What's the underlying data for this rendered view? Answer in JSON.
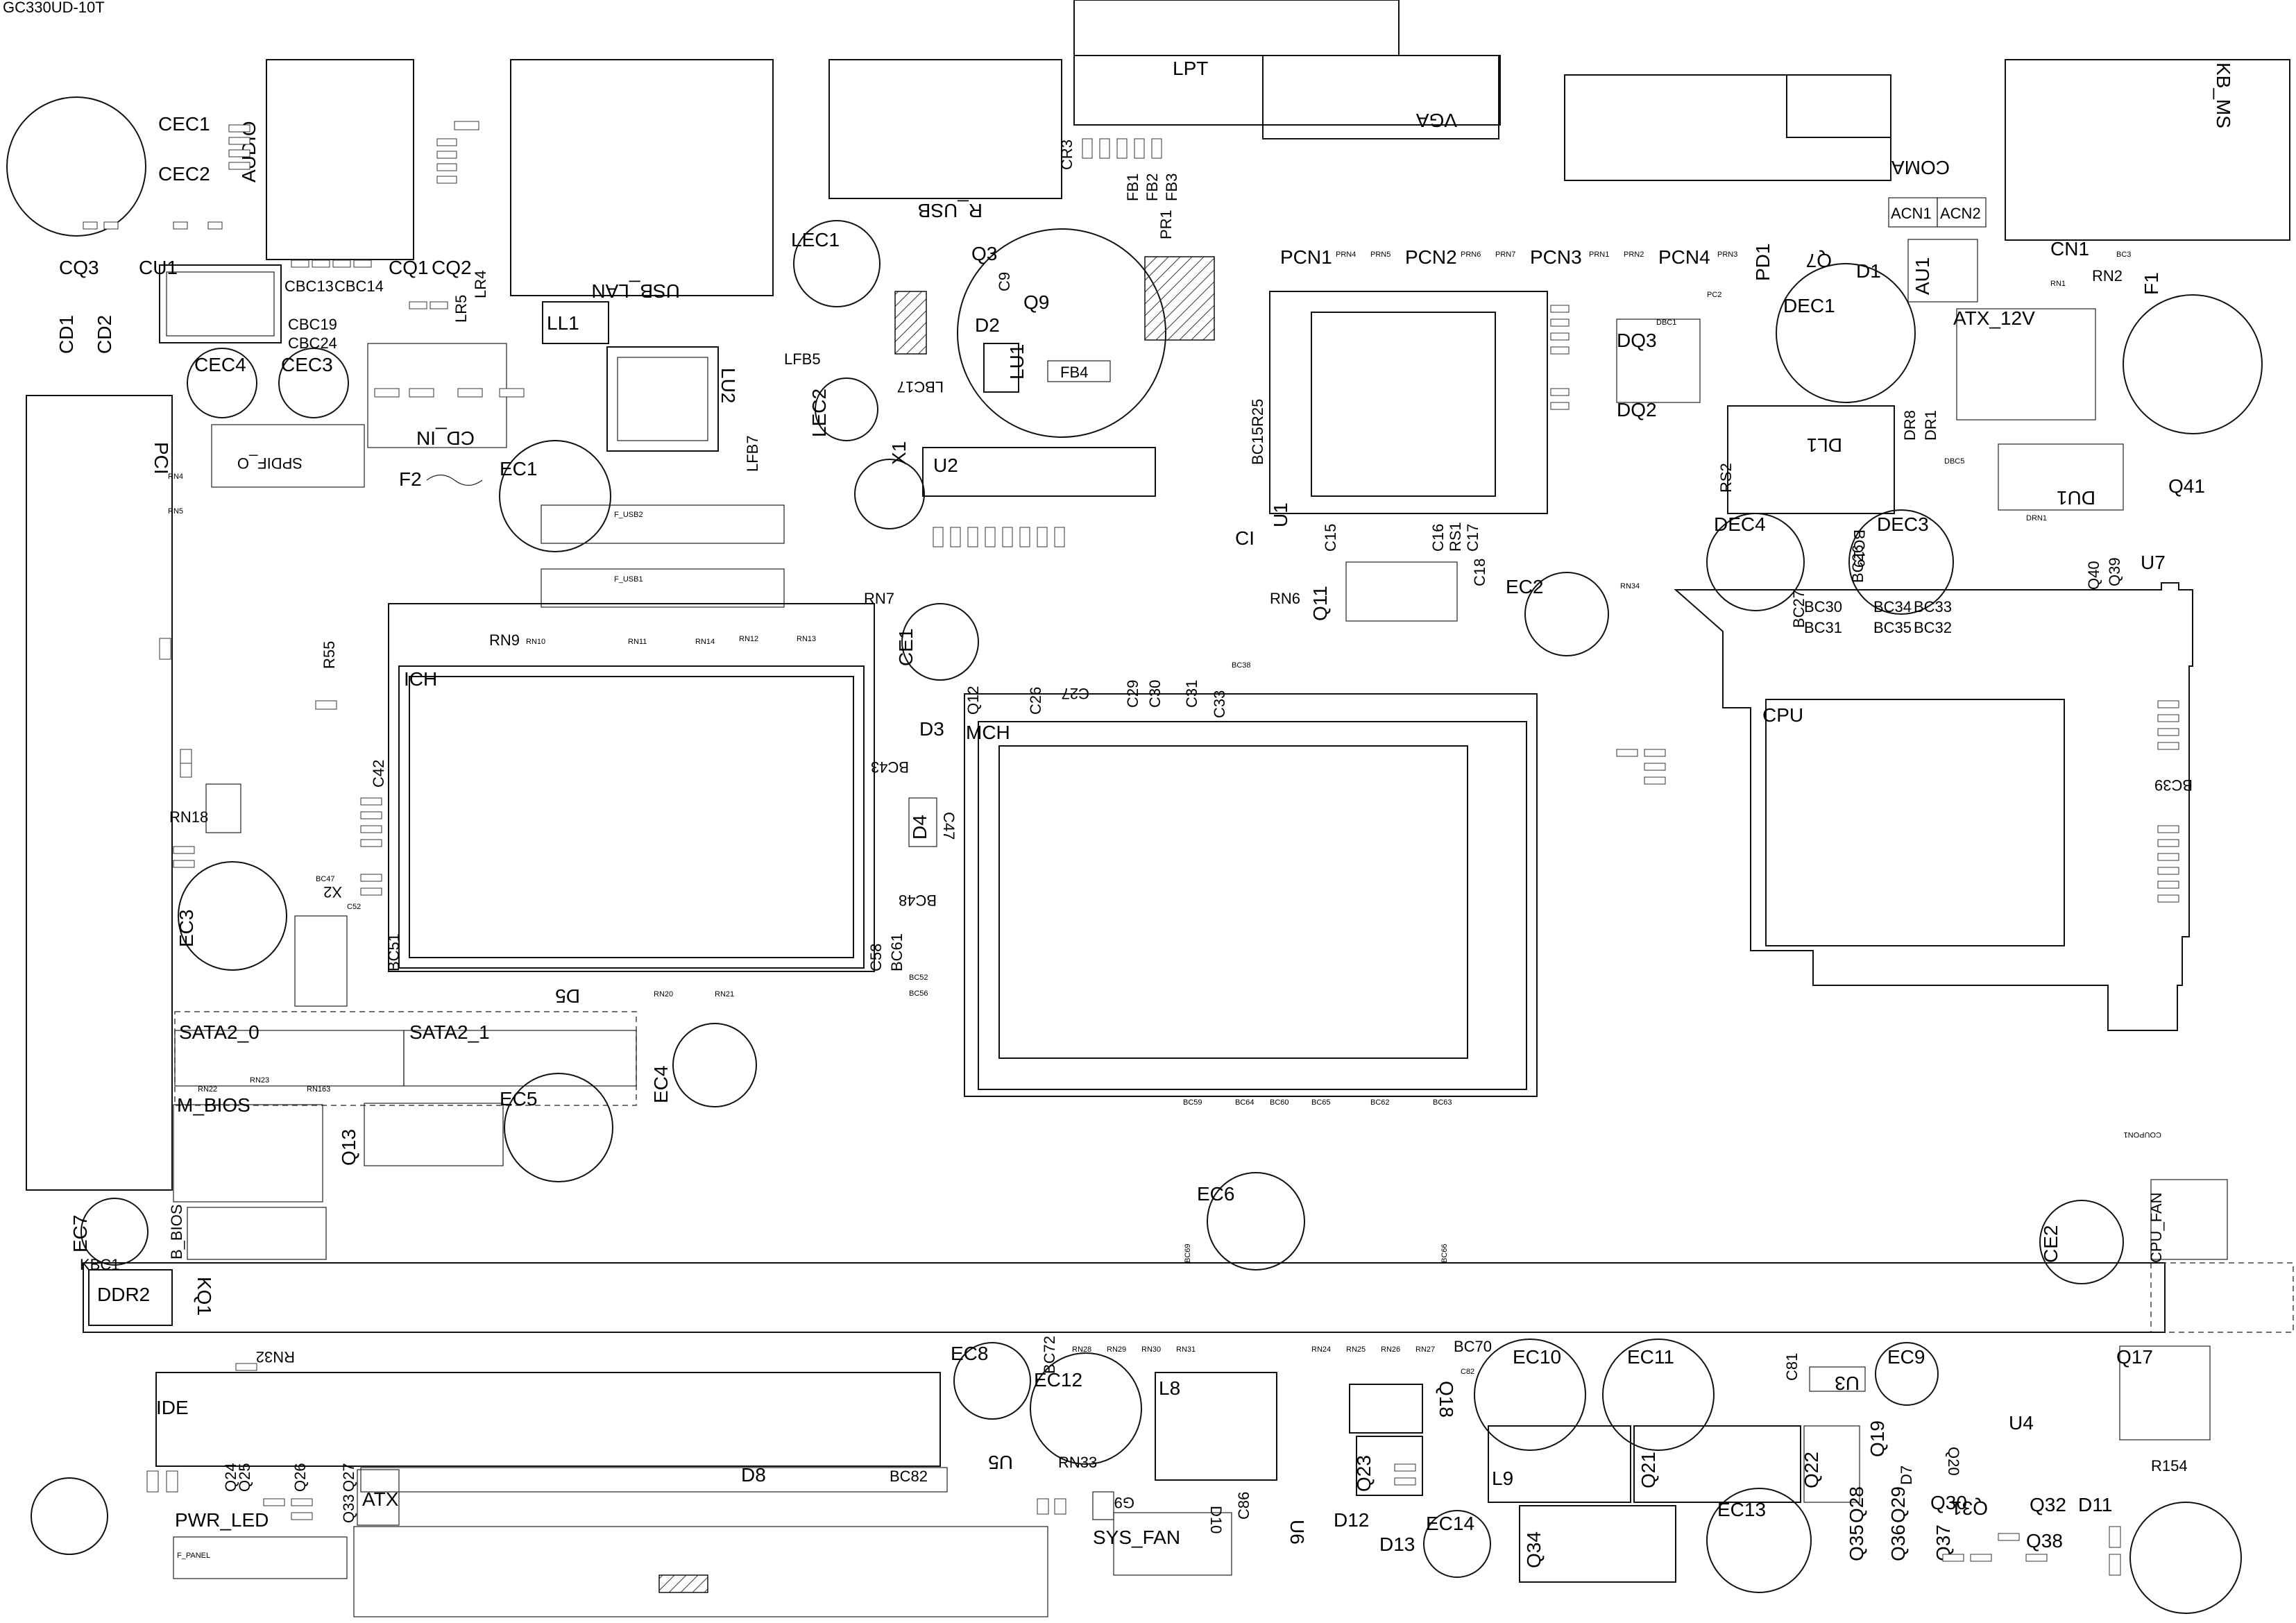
{
  "title": "GC330UD-10T",
  "labels": {
    "LPT": "LPT",
    "VGA": "VGA",
    "COMA": "COMA",
    "KB_MS": "KB_MS",
    "AUDIO": "AUDIO",
    "USB_LAN": "USB_LAN",
    "R_USB": "R_USB",
    "PCI": "PCI",
    "ICH": "ICH",
    "MCH": "MCH",
    "CPU": "CPU",
    "IDE": "IDE",
    "DDR2": "DDR2",
    "ATX_12V": "ATX_12V",
    "ATX": "ATX",
    "SATA2_0": "SATA2_0",
    "SATA2_1": "SATA2_1",
    "M_BIOS": "M_BIOS",
    "B_BIOS": "B_BIOS",
    "PWR_LED": "PWR_LED",
    "SYS_FAN": "SYS_FAN",
    "CPU_FAN": "CPU_FAN",
    "CD_IN": "CD_IN",
    "SPDIF_O": "SPDIF_O",
    "F_USB1": "F_USB1",
    "F_USB2": "F_USB2",
    "F_PANEL": "F_PANEL",
    "CEC1": "CEC1",
    "CEC2": "CEC2",
    "CEC3": "CEC3",
    "CEC4": "CEC4",
    "CQ1": "CQ1",
    "CQ2": "CQ2",
    "CQ3": "CQ3",
    "CU1": "CU1",
    "CD1": "CD1",
    "CD2": "CD2",
    "CBC13": "CBC13",
    "CBC14": "CBC14",
    "CBC19": "CBC19",
    "CBC24": "CBC24",
    "LL1": "LL1",
    "LU2": "LU2",
    "LEC1": "LEC1",
    "LEC2": "LEC2",
    "EC1": "EC1",
    "EC2": "EC2",
    "EC3": "EC3",
    "EC4": "EC4",
    "EC5": "EC5",
    "EC6": "EC6",
    "EC7": "EC7",
    "EC8": "EC8",
    "EC9": "EC9",
    "EC10": "EC10",
    "EC11": "EC11",
    "EC12": "EC12",
    "EC13": "EC13",
    "EC14": "EC14",
    "CE1": "CE1",
    "CE2": "CE2",
    "F1": "F1",
    "F2": "F2",
    "U1": "U1",
    "U2": "U2",
    "U3": "U3",
    "U4": "U4",
    "U5": "U5",
    "U6": "U6",
    "U7": "U7",
    "X1": "X1",
    "X2": "X2",
    "LU1": "LU1",
    "FB4": "FB4",
    "Q3": "Q3",
    "Q9": "Q9",
    "D2": "D2",
    "D3": "D3",
    "D4": "D4",
    "D5": "D5",
    "D8": "D8",
    "D11": "D11",
    "D12": "D12",
    "D13": "D13",
    "D1": "D1",
    "Q7": "Q7",
    "PD1": "PD1",
    "DEC1": "DEC1",
    "DEC3": "DEC3",
    "DEC4": "DEC4",
    "DL1": "DL1",
    "DQ2": "DQ2",
    "DQ3": "DQ3",
    "DU1": "DU1",
    "RS2": "RS2",
    "AU1": "AU1",
    "ACN1": "ACN1",
    "ACN2": "ACN2",
    "CN1": "CN1",
    "RN2": "RN2",
    "Q41": "Q41",
    "PCN1": "PCN1",
    "PCN2": "PCN2",
    "PCN3": "PCN3",
    "PCN4": "PCN4",
    "CI": "CI",
    "Q11": "Q11",
    "Q12": "Q12",
    "Q13": "Q13",
    "Q17": "Q17",
    "Q18": "Q18",
    "Q19": "Q19",
    "Q20": "Q20",
    "Q21": "Q21",
    "Q22": "Q22",
    "Q23": "Q23",
    "Q24": "Q24",
    "Q25": "Q25",
    "Q26": "Q26",
    "Q27": "Q27",
    "Q28": "Q28",
    "Q29": "Q29",
    "Q30": "Q30",
    "Q31": "Q31",
    "Q32": "Q32",
    "Q33": "Q33",
    "Q34": "Q34",
    "Q35": "Q35",
    "Q36": "Q36",
    "Q37": "Q37",
    "Q38": "Q38",
    "L8": "L8",
    "L9": "L9",
    "KQ1": "KQ1",
    "KBC1": "KBC1",
    "RN6": "RN6",
    "RN7": "RN7",
    "RN9": "RN9",
    "RN18": "RN18",
    "RN32": "RN32",
    "RN33": "RN33",
    "R55": "R55",
    "R154": "R154",
    "BC30": "BC30",
    "BC31": "BC31",
    "BC32": "BC32",
    "BC33": "BC33",
    "BC34": "BC34",
    "BC35": "BC35",
    "BC39": "BC39",
    "BC43": "BC43",
    "BC48": "BC48",
    "BC70": "BC70",
    "BC72": "BC72",
    "BC82": "BC82",
    "C9": "C9",
    "C26": "C26",
    "C27": "C27",
    "C29": "C29",
    "C30": "C30",
    "C31": "C31",
    "C33": "C33",
    "C42": "C42",
    "C47": "C47",
    "C58": "C58",
    "C81": "C81",
    "C86": "C86",
    "BC61": "BC61",
    "BC51": "BC51",
    "LFB5": "LFB5",
    "LFB7": "LFB7",
    "LBC17": "LBC17",
    "FB1": "FB1",
    "FB2": "FB2",
    "FB3": "FB3",
    "PR1": "PR1",
    "CR3": "CR3",
    "LR4": "LR4",
    "LR5": "LR5",
    "BC15": "BC15",
    "R25": "R25",
    "C15": "C15",
    "C16": "C16",
    "C17": "C17",
    "C18": "C18",
    "RS1": "RS1",
    "D7": "D7",
    "D10": "D10",
    "Q39": "Q39",
    "Q40": "Q40",
    "BC19": "BC19",
    "BC26": "BC26",
    "BC27": "BC27",
    "DR1": "DR1",
    "DR8": "DR8"
  },
  "small_labels": {
    "RN10": "RN10",
    "RN11": "RN11",
    "RN12": "RN12",
    "RN13": "RN13",
    "RN14": "RN14",
    "RN20": "RN20",
    "RN21": "RN21",
    "RN22": "RN22",
    "RN23": "RN23",
    "RN24": "RN24",
    "RN25": "RN25",
    "RN26": "RN26",
    "RN27": "RN27",
    "RN28": "RN28",
    "RN29": "RN29",
    "RN30": "RN30",
    "RN31": "RN31",
    "RN34": "RN34",
    "RN163": "RN163",
    "PRN1": "PRN1",
    "PRN2": "PRN2",
    "PRN3": "PRN3",
    "PRN4": "PRN4",
    "PRN5": "PRN5",
    "PRN6": "PRN6",
    "PRN7": "PRN7",
    "BC38": "BC38",
    "BC52": "BC52",
    "BC56": "BC56",
    "BC59": "BC59",
    "BC64": "BC64",
    "BC65": "BC65",
    "BC66": "BC66",
    "BC60": "BC60",
    "BC62": "BC62",
    "BC63": "BC63",
    "BC69": "BC69",
    "BC47": "BC47",
    "C52": "C52",
    "C82": "C82",
    "DBC1": "DBC1",
    "DBC5": "DBC5",
    "DRN1": "DRN1",
    "RN1": "RN1",
    "BC3": "BC3",
    "COUPON1": "COUPON1",
    "PC2": "PC2",
    "RN4": "RN4",
    "RN5": "RN5"
  },
  "colors": {
    "line": "#111111",
    "background": "#ffffff"
  }
}
